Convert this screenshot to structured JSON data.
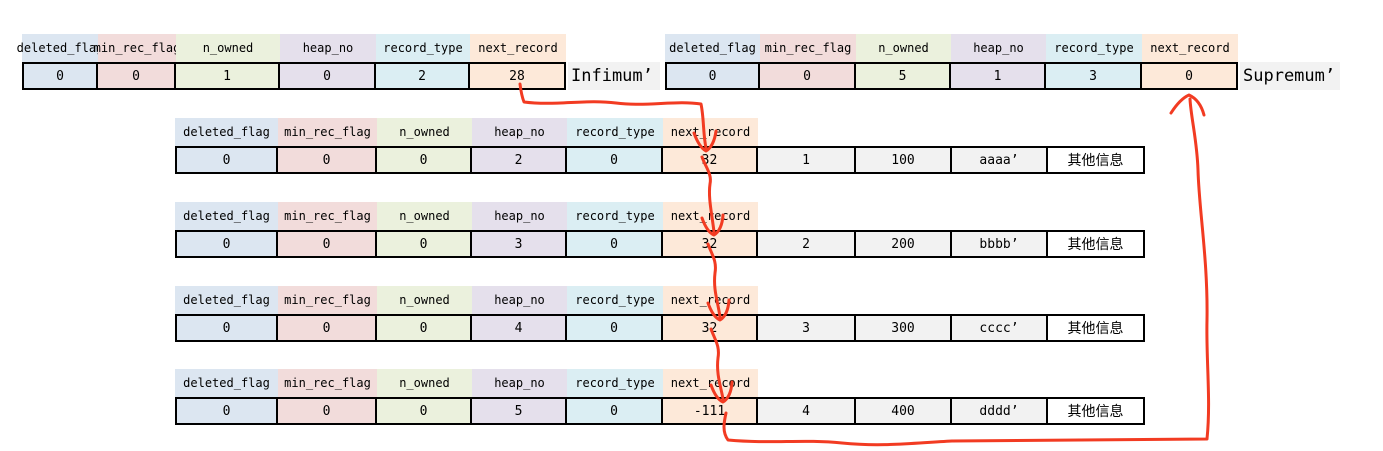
{
  "columns": [
    "deleted_flag",
    "min_rec_flag",
    "n_owned",
    "heap_no",
    "record_type",
    "next_record"
  ],
  "palette": {
    "deleted_flag": "#dce6f1",
    "min_rec_flag": "#f2dcdb",
    "n_owned": "#ebf1dd",
    "heap_no": "#e5e0ec",
    "record_type": "#dbeef3",
    "next_record": "#fde9d9",
    "extra_cell": "#f2f2f2",
    "label_bg": "#f2f2f2",
    "arrow_red": "#f23b22",
    "selection_green": "#21b573",
    "cell_border": "#000000"
  },
  "infimum": {
    "label": "Infimum’",
    "values": [
      "0",
      "0",
      "1",
      "0",
      "2",
      "28"
    ]
  },
  "supremum": {
    "label": "Supremum’",
    "values": [
      "0",
      "0",
      "5",
      "1",
      "3",
      "0"
    ]
  },
  "records": [
    {
      "values": [
        "0",
        "0",
        "0",
        "2",
        "0",
        "32"
      ],
      "extras": [
        "1",
        "100",
        "aaaa’",
        "其他信息"
      ]
    },
    {
      "values": [
        "0",
        "0",
        "0",
        "3",
        "0",
        "32"
      ],
      "extras": [
        "2",
        "200",
        "bbbb’",
        "其他信息"
      ]
    },
    {
      "values": [
        "0",
        "0",
        "0",
        "4",
        "0",
        "32"
      ],
      "extras": [
        "3",
        "300",
        "cccc’",
        "其他信息"
      ]
    },
    {
      "values": [
        "0",
        "0",
        "0",
        "5",
        "0",
        "-111"
      ],
      "extras": [
        "4",
        "400",
        "dddd’",
        "其他信息"
      ]
    }
  ],
  "selection": {
    "record": "infimum",
    "column": "next_record",
    "value": "28"
  }
}
